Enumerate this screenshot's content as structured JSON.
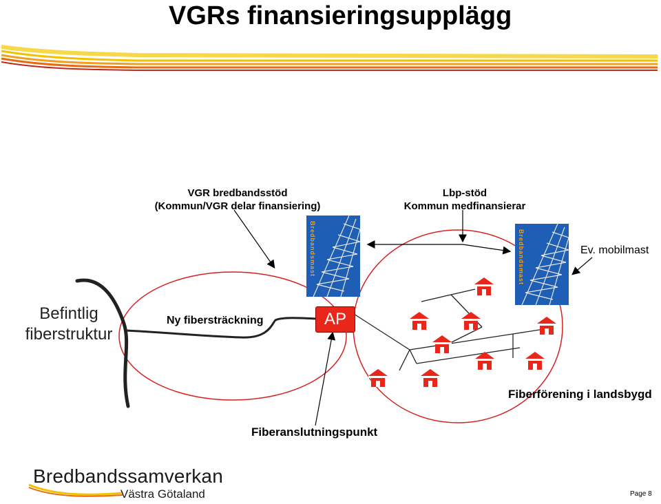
{
  "title": "VGRs finansieringsupplägg",
  "labels": {
    "vgr_line1": "VGR bredbandsstöd",
    "vgr_line2": "(Kommun/VGR delar finansiering)",
    "lbp_line1": "Lbp-stöd",
    "lbp_line2": "Kommun medfinansierar",
    "mobilmast": "Ev. mobilmast",
    "befintlig_line1": "Befintlig",
    "befintlig_line2": "fiberstruktur",
    "ny_fiber": "Ny fibersträckning",
    "ap": "AP",
    "fiberforening": "Fiberförening i landsbygd",
    "fiberanslutningspunkt": "Fiberanslutningspunkt"
  },
  "tower_sign": "Bredbandsmast",
  "logo": {
    "line1": "Bredbandssamverkan",
    "line2": "Västra Götaland"
  },
  "page_label": "Page 8",
  "colors": {
    "accent_red": "#e8261a",
    "house_red": "#e8261a",
    "tower_blue": "#1e5fb5",
    "banner_yellow": "#f2c200",
    "banner_orange": "#e86a10"
  },
  "icons": [
    "house-icon",
    "tower-image",
    "ap-box"
  ]
}
